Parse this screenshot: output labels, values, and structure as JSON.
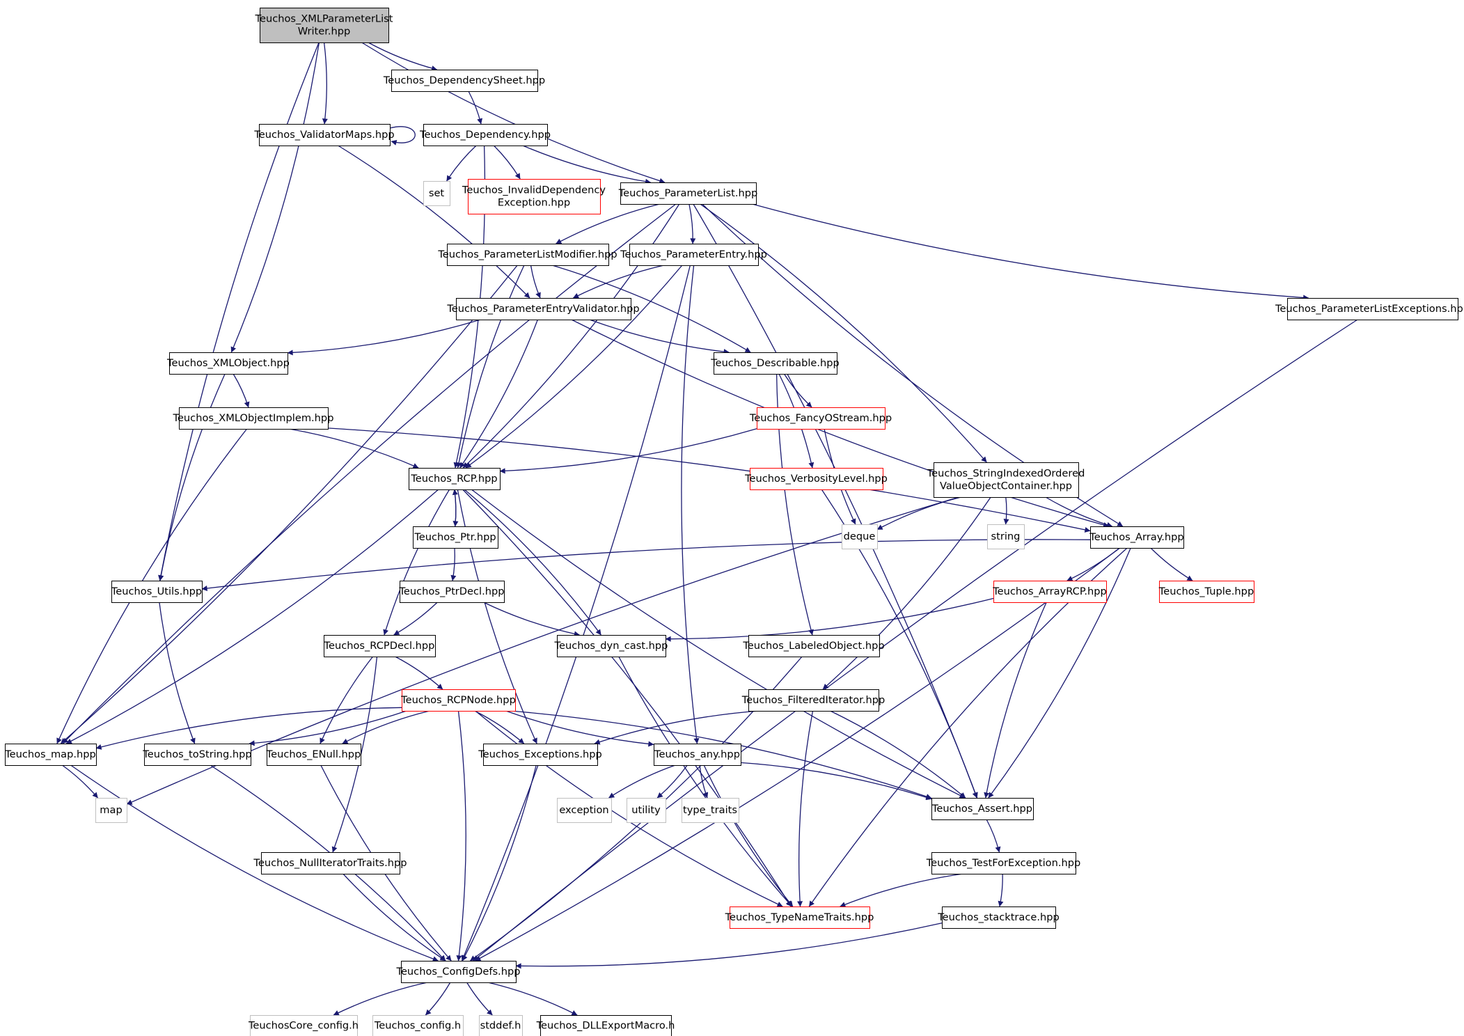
{
  "colors": {
    "edge": "#191970",
    "node_border_normal": "#000000",
    "node_border_truncated": "#ff0000",
    "node_border_system": "#bfbfbf",
    "root_fill": "#bfbfbf",
    "node_fill": "#ffffff"
  },
  "nodes": [
    {
      "id": "root",
      "lines": [
        "Teuchos_XMLParameterList",
        "Writer.hpp"
      ],
      "kind": "root"
    },
    {
      "id": "depsheet",
      "lines": [
        "Teuchos_DependencySheet.hpp"
      ],
      "kind": "normal"
    },
    {
      "id": "validatormaps",
      "lines": [
        "Teuchos_ValidatorMaps.hpp"
      ],
      "kind": "normal"
    },
    {
      "id": "dependency",
      "lines": [
        "Teuchos_Dependency.hpp"
      ],
      "kind": "normal"
    },
    {
      "id": "set",
      "lines": [
        "set"
      ],
      "kind": "system"
    },
    {
      "id": "invaliddep",
      "lines": [
        "Teuchos_InvalidDependency",
        "Exception.hpp"
      ],
      "kind": "truncated"
    },
    {
      "id": "paramlist",
      "lines": [
        "Teuchos_ParameterList.hpp"
      ],
      "kind": "normal"
    },
    {
      "id": "plmodifier",
      "lines": [
        "Teuchos_ParameterListModifier.hpp"
      ],
      "kind": "normal"
    },
    {
      "id": "paramentry",
      "lines": [
        "Teuchos_ParameterEntry.hpp"
      ],
      "kind": "normal"
    },
    {
      "id": "plexceptions",
      "lines": [
        "Teuchos_ParameterListExceptions.hpp"
      ],
      "kind": "normal"
    },
    {
      "id": "pevalidator",
      "lines": [
        "Teuchos_ParameterEntryValidator.hpp"
      ],
      "kind": "normal"
    },
    {
      "id": "xmlobject",
      "lines": [
        "Teuchos_XMLObject.hpp"
      ],
      "kind": "normal"
    },
    {
      "id": "describable",
      "lines": [
        "Teuchos_Describable.hpp"
      ],
      "kind": "normal"
    },
    {
      "id": "xmlobjimpl",
      "lines": [
        "Teuchos_XMLObjectImplem.hpp"
      ],
      "kind": "normal"
    },
    {
      "id": "fancyostream",
      "lines": [
        "Teuchos_FancyOStream.hpp"
      ],
      "kind": "truncated"
    },
    {
      "id": "rcp",
      "lines": [
        "Teuchos_RCP.hpp"
      ],
      "kind": "normal"
    },
    {
      "id": "verbosity",
      "lines": [
        "Teuchos_VerbosityLevel.hpp"
      ],
      "kind": "truncated"
    },
    {
      "id": "strindexed",
      "lines": [
        "Teuchos_StringIndexedOrdered",
        "ValueObjectContainer.hpp"
      ],
      "kind": "normal"
    },
    {
      "id": "ptr",
      "lines": [
        "Teuchos_Ptr.hpp"
      ],
      "kind": "normal"
    },
    {
      "id": "deque",
      "lines": [
        "deque"
      ],
      "kind": "system"
    },
    {
      "id": "string",
      "lines": [
        "string"
      ],
      "kind": "system"
    },
    {
      "id": "array",
      "lines": [
        "Teuchos_Array.hpp"
      ],
      "kind": "normal"
    },
    {
      "id": "utils",
      "lines": [
        "Teuchos_Utils.hpp"
      ],
      "kind": "normal"
    },
    {
      "id": "ptrdecl",
      "lines": [
        "Teuchos_PtrDecl.hpp"
      ],
      "kind": "normal"
    },
    {
      "id": "arrayrcp",
      "lines": [
        "Teuchos_ArrayRCP.hpp"
      ],
      "kind": "truncated"
    },
    {
      "id": "tuple",
      "lines": [
        "Teuchos_Tuple.hpp"
      ],
      "kind": "truncated"
    },
    {
      "id": "rcpdecl",
      "lines": [
        "Teuchos_RCPDecl.hpp"
      ],
      "kind": "normal"
    },
    {
      "id": "dyncast",
      "lines": [
        "Teuchos_dyn_cast.hpp"
      ],
      "kind": "normal"
    },
    {
      "id": "labeledobj",
      "lines": [
        "Teuchos_LabeledObject.hpp"
      ],
      "kind": "normal"
    },
    {
      "id": "rcpnode",
      "lines": [
        "Teuchos_RCPNode.hpp"
      ],
      "kind": "truncated"
    },
    {
      "id": "filterediter",
      "lines": [
        "Teuchos_FilteredIterator.hpp"
      ],
      "kind": "normal"
    },
    {
      "id": "map_hpp",
      "lines": [
        "Teuchos_map.hpp"
      ],
      "kind": "normal"
    },
    {
      "id": "tostring",
      "lines": [
        "Teuchos_toString.hpp"
      ],
      "kind": "normal"
    },
    {
      "id": "enull",
      "lines": [
        "Teuchos_ENull.hpp"
      ],
      "kind": "normal"
    },
    {
      "id": "exceptions",
      "lines": [
        "Teuchos_Exceptions.hpp"
      ],
      "kind": "normal"
    },
    {
      "id": "any",
      "lines": [
        "Teuchos_any.hpp"
      ],
      "kind": "normal"
    },
    {
      "id": "map",
      "lines": [
        "map"
      ],
      "kind": "system"
    },
    {
      "id": "exception",
      "lines": [
        "exception"
      ],
      "kind": "system"
    },
    {
      "id": "utility",
      "lines": [
        "utility"
      ],
      "kind": "system"
    },
    {
      "id": "type_traits",
      "lines": [
        "type_traits"
      ],
      "kind": "system"
    },
    {
      "id": "assert",
      "lines": [
        "Teuchos_Assert.hpp"
      ],
      "kind": "normal"
    },
    {
      "id": "testforexc",
      "lines": [
        "Teuchos_TestForException.hpp"
      ],
      "kind": "normal"
    },
    {
      "id": "nulliter",
      "lines": [
        "Teuchos_NullIteratorTraits.hpp"
      ],
      "kind": "normal"
    },
    {
      "id": "typenametraits",
      "lines": [
        "Teuchos_TypeNameTraits.hpp"
      ],
      "kind": "truncated"
    },
    {
      "id": "stacktrace",
      "lines": [
        "Teuchos_stacktrace.hpp"
      ],
      "kind": "normal"
    },
    {
      "id": "configdefs",
      "lines": [
        "Teuchos_ConfigDefs.hpp"
      ],
      "kind": "normal"
    },
    {
      "id": "corecfg",
      "lines": [
        "TeuchosCore_config.h"
      ],
      "kind": "system"
    },
    {
      "id": "config",
      "lines": [
        "Teuchos_config.h"
      ],
      "kind": "system"
    },
    {
      "id": "stddef",
      "lines": [
        "stddef.h"
      ],
      "kind": "system"
    },
    {
      "id": "dllexport",
      "lines": [
        "Teuchos_DLLExportMacro.h"
      ],
      "kind": "normal"
    }
  ],
  "edges": [
    [
      "root",
      "depsheet"
    ],
    [
      "root",
      "validatormaps"
    ],
    [
      "root",
      "paramlist"
    ],
    [
      "root",
      "xmlobject"
    ],
    [
      "root",
      "utils"
    ],
    [
      "depsheet",
      "dependency"
    ],
    [
      "validatormaps",
      "validatormaps"
    ],
    [
      "validatormaps",
      "pevalidator"
    ],
    [
      "dependency",
      "set"
    ],
    [
      "dependency",
      "invaliddep"
    ],
    [
      "dependency",
      "paramlist"
    ],
    [
      "dependency",
      "rcp"
    ],
    [
      "paramlist",
      "plmodifier"
    ],
    [
      "paramlist",
      "paramentry"
    ],
    [
      "paramlist",
      "plexceptions"
    ],
    [
      "paramlist",
      "rcp"
    ],
    [
      "paramlist",
      "map_hpp"
    ],
    [
      "paramlist",
      "strindexed"
    ],
    [
      "paramlist",
      "array"
    ],
    [
      "paramlist",
      "assert"
    ],
    [
      "plmodifier",
      "pevalidator"
    ],
    [
      "plmodifier",
      "describable"
    ],
    [
      "plmodifier",
      "rcp"
    ],
    [
      "plmodifier",
      "map_hpp"
    ],
    [
      "paramentry",
      "pevalidator"
    ],
    [
      "paramentry",
      "rcp"
    ],
    [
      "paramentry",
      "any"
    ],
    [
      "paramentry",
      "configdefs"
    ],
    [
      "plexceptions",
      "configdefs"
    ],
    [
      "pevalidator",
      "xmlobject"
    ],
    [
      "pevalidator",
      "describable"
    ],
    [
      "pevalidator",
      "rcp"
    ],
    [
      "pevalidator",
      "array"
    ],
    [
      "xmlobject",
      "xmlobjimpl"
    ],
    [
      "xmlobject",
      "utils"
    ],
    [
      "xmlobjimpl",
      "rcp"
    ],
    [
      "xmlobjimpl",
      "map_hpp"
    ],
    [
      "xmlobjimpl",
      "array"
    ],
    [
      "describable",
      "fancyostream"
    ],
    [
      "describable",
      "verbosity"
    ],
    [
      "describable",
      "labeledobj"
    ],
    [
      "fancyostream",
      "rcp"
    ],
    [
      "fancyostream",
      "deque"
    ],
    [
      "verbosity",
      "assert"
    ],
    [
      "strindexed",
      "deque"
    ],
    [
      "strindexed",
      "string"
    ],
    [
      "strindexed",
      "array"
    ],
    [
      "strindexed",
      "filterediter"
    ],
    [
      "strindexed",
      "map"
    ],
    [
      "rcp",
      "ptr"
    ],
    [
      "rcp",
      "rcpdecl"
    ],
    [
      "rcp",
      "dyncast"
    ],
    [
      "rcp",
      "exceptions"
    ],
    [
      "rcp",
      "map_hpp"
    ],
    [
      "rcp",
      "assert"
    ],
    [
      "rcp",
      "typenametraits"
    ],
    [
      "ptr",
      "rcp"
    ],
    [
      "ptr",
      "ptrdecl"
    ],
    [
      "array",
      "utils"
    ],
    [
      "array",
      "arrayrcp"
    ],
    [
      "array",
      "tuple"
    ],
    [
      "array",
      "assert"
    ],
    [
      "array",
      "typenametraits"
    ],
    [
      "array",
      "configdefs"
    ],
    [
      "utils",
      "tostring"
    ],
    [
      "ptrdecl",
      "rcpdecl"
    ],
    [
      "ptrdecl",
      "dyncast"
    ],
    [
      "arrayrcp",
      "dyncast"
    ],
    [
      "arrayrcp",
      "assert"
    ],
    [
      "rcpdecl",
      "rcpnode"
    ],
    [
      "rcpdecl",
      "enull"
    ],
    [
      "rcpdecl",
      "nulliter"
    ],
    [
      "dyncast",
      "typenametraits"
    ],
    [
      "labeledobj",
      "configdefs"
    ],
    [
      "rcpnode",
      "map_hpp"
    ],
    [
      "rcpnode",
      "tostring"
    ],
    [
      "rcpnode",
      "enull"
    ],
    [
      "rcpnode",
      "exceptions"
    ],
    [
      "rcpnode",
      "any"
    ],
    [
      "rcpnode",
      "assert"
    ],
    [
      "rcpnode",
      "typenametraits"
    ],
    [
      "rcpnode",
      "configdefs"
    ],
    [
      "filterediter",
      "exceptions"
    ],
    [
      "filterediter",
      "assert"
    ],
    [
      "filterediter",
      "typenametraits"
    ],
    [
      "map_hpp",
      "map"
    ],
    [
      "map_hpp",
      "configdefs"
    ],
    [
      "tostring",
      "configdefs"
    ],
    [
      "enull",
      "configdefs"
    ],
    [
      "exceptions",
      "configdefs"
    ],
    [
      "any",
      "exception"
    ],
    [
      "any",
      "utility"
    ],
    [
      "any",
      "type_traits"
    ],
    [
      "any",
      "assert"
    ],
    [
      "any",
      "typenametraits"
    ],
    [
      "assert",
      "testforexc"
    ],
    [
      "testforexc",
      "typenametraits"
    ],
    [
      "testforexc",
      "stacktrace"
    ],
    [
      "nulliter",
      "configdefs"
    ],
    [
      "stacktrace",
      "configdefs"
    ],
    [
      "configdefs",
      "corecfg"
    ],
    [
      "configdefs",
      "config"
    ],
    [
      "configdefs",
      "stddef"
    ],
    [
      "configdefs",
      "dllexport"
    ]
  ]
}
